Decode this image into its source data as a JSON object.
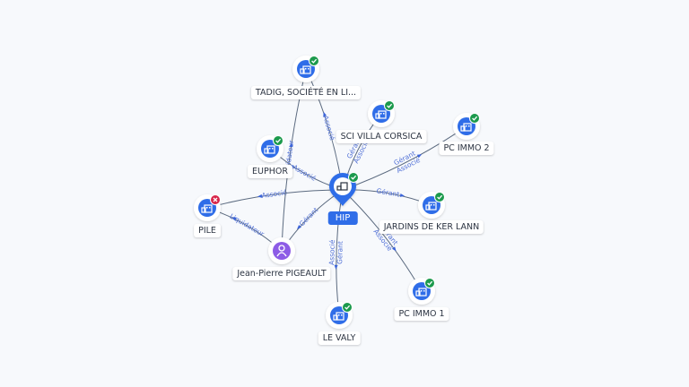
{
  "colors": {
    "node_blue": "#2f6de8",
    "status_ok": "#1c9a4d",
    "status_closed": "#d8264a",
    "person_purple": "#8d5ce6",
    "edge_label": "#4f6fd6"
  },
  "center": {
    "label": "HIP",
    "icon": "building-icon"
  },
  "nodes": [
    {
      "id": "tadig",
      "label": "TADIG, SOCIÉTÉ EN LI...",
      "type": "company",
      "status": "active",
      "icon": "building-icon"
    },
    {
      "id": "sci_villa",
      "label": "SCI VILLA CORSICA",
      "type": "company",
      "status": "active",
      "icon": "building-icon"
    },
    {
      "id": "pc_immo2",
      "label": "PC IMMO 2",
      "type": "company",
      "status": "active",
      "icon": "building-icon"
    },
    {
      "id": "euphor",
      "label": "EUPHOR",
      "type": "company",
      "status": "active",
      "icon": "building-icon"
    },
    {
      "id": "pile",
      "label": "PILE",
      "type": "company",
      "status": "closed",
      "icon": "building-icon"
    },
    {
      "id": "jardins",
      "label": "JARDINS DE KER LANN",
      "type": "company",
      "status": "active",
      "icon": "building-icon"
    },
    {
      "id": "jp",
      "label": "Jean-Pierre PIGEAULT",
      "type": "person",
      "status": "none",
      "icon": "person-icon"
    },
    {
      "id": "pc_immo1",
      "label": "PC IMMO 1",
      "type": "company",
      "status": "active",
      "icon": "building-icon"
    },
    {
      "id": "le_valy",
      "label": "LE VALY",
      "type": "company",
      "status": "active",
      "icon": "building-icon"
    }
  ],
  "edges": [
    {
      "from": "center",
      "to": "tadig",
      "labels": [
        "Associé"
      ]
    },
    {
      "from": "center",
      "to": "sci_villa",
      "labels": [
        "Gérant",
        "Associé"
      ]
    },
    {
      "from": "center",
      "to": "pc_immo2",
      "labels": [
        "Gérant",
        "Associé"
      ]
    },
    {
      "from": "center",
      "to": "euphor",
      "labels": [
        "Associé"
      ]
    },
    {
      "from": "center",
      "to": "pile",
      "labels": [
        "Associé"
      ]
    },
    {
      "from": "center",
      "to": "jardins",
      "labels": [
        "Gérant"
      ]
    },
    {
      "from": "center",
      "to": "jp",
      "labels": [
        "Gérant"
      ]
    },
    {
      "from": "center",
      "to": "pc_immo1",
      "labels": [
        "Gérant",
        "Associé"
      ]
    },
    {
      "from": "center",
      "to": "le_valy",
      "labels": [
        "Gérant",
        "Associé"
      ]
    },
    {
      "from": "jp",
      "to": "tadig",
      "labels": [
        "Liquidateur"
      ]
    },
    {
      "from": "jp",
      "to": "pile",
      "labels": [
        "Liquidateur"
      ]
    }
  ]
}
